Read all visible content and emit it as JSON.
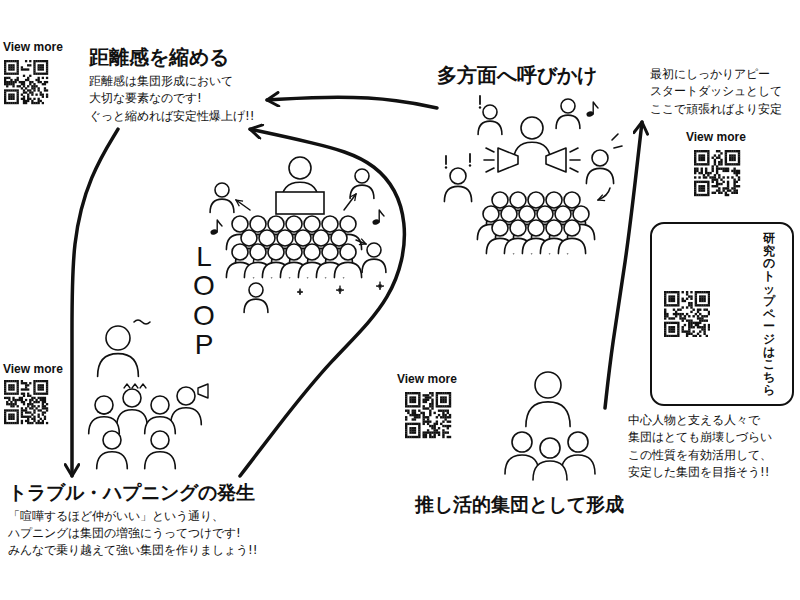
{
  "diagram": {
    "nodes": [
      {
        "text": [
          "距離感を縮める",
          "距離感は集団形成において 大切な要素なのです! ぐっと縮めれば安定性爆上げ!!"
        ]
      },
      {
        "text": [
          "多方面へ呼びかけ",
          "最初にしっかりアピー スタートダッシュとして ここで頑張ればより安定"
        ]
      },
      {
        "text": [
          "研究のトップページはこちら"
        ]
      },
      {
        "text": [
          "推し活的集団として形成",
          "中心人物と支える人々で 集団はとても崩壊しづらい この性質を有効活用して、 安定した集団を目指そう!!"
        ]
      },
      {
        "text": [
          "トラブル・ハプニングの発生",
          "「喧嘩するほど仲がいい」という通り、 ハプニングは集団の増強にうってつけです! みんなで乗り越えて強い集団を作りましょう!!"
        ]
      }
    ],
    "edges": [
      {
        "from": 3,
        "to": 1,
        "arrow": "to"
      },
      {
        "from": 1,
        "to": 0,
        "arrow": "to"
      },
      {
        "from": 0,
        "to": 4,
        "arrow": "to"
      },
      {
        "from": 4,
        "to": 0,
        "arrow": "to"
      }
    ],
    "labels": [
      "View more",
      "View more",
      "View more",
      "View more",
      "LOOP"
    ]
  }
}
